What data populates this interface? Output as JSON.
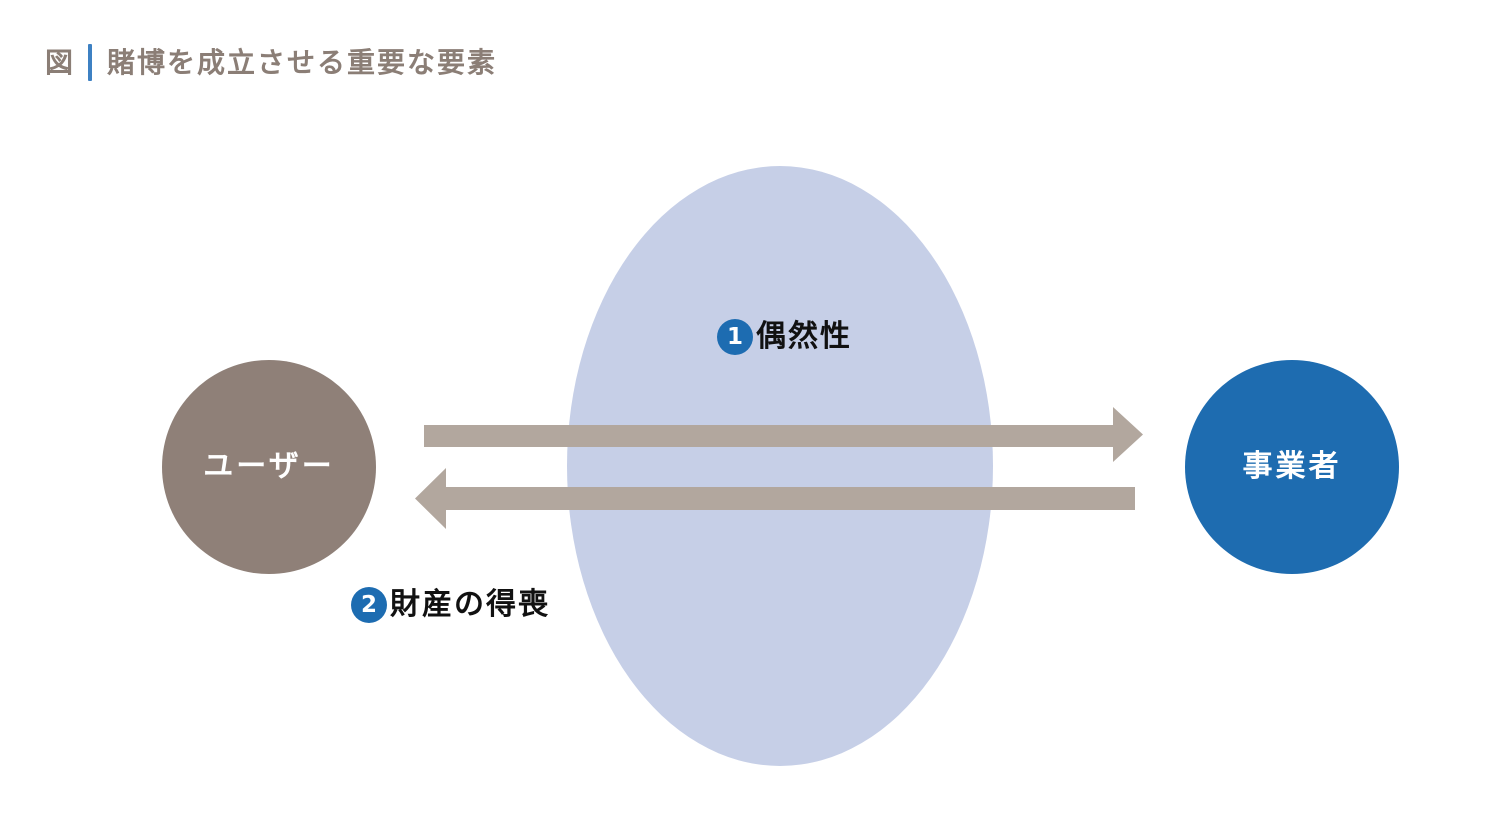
{
  "figure": {
    "tag": "図",
    "title": "賭博を成立させる重要な要素"
  },
  "nodes": {
    "user": {
      "label": "ユーザー"
    },
    "operator": {
      "label": "事業者"
    }
  },
  "factors": [
    {
      "number": "1",
      "label": "偶然性"
    },
    {
      "number": "2",
      "label": "財産の得喪"
    }
  ],
  "colors": {
    "background": "#FFFFFF",
    "title_text": "#8B7E76",
    "title_divider": "#3D81C3",
    "ellipse_fill": "#C6CFE7",
    "user_node_fill": "#8F8078",
    "operator_node_fill": "#1E6CB0",
    "node_text": "#FFFFFF",
    "arrow_fill": "#B2A79E",
    "badge_fill": "#1D6CB1",
    "badge_text": "#FFFFFF",
    "factor_text": "#111111"
  }
}
